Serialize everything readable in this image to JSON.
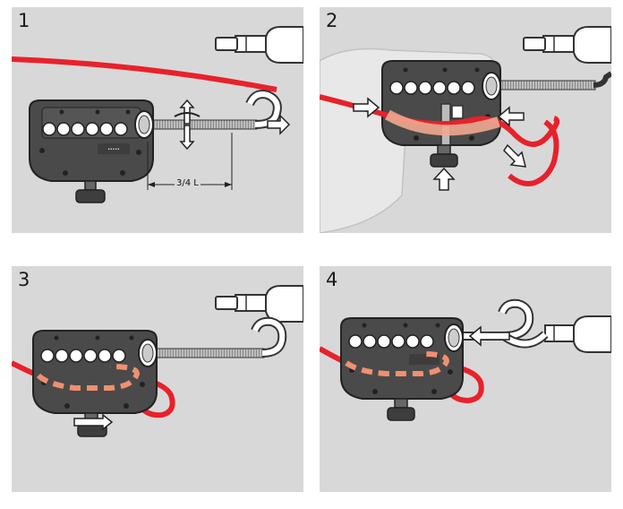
{
  "steps": [
    {
      "number": "1",
      "dimension_label": "3/4 L"
    },
    {
      "number": "2"
    },
    {
      "number": "3"
    },
    {
      "number": "4"
    }
  ]
}
